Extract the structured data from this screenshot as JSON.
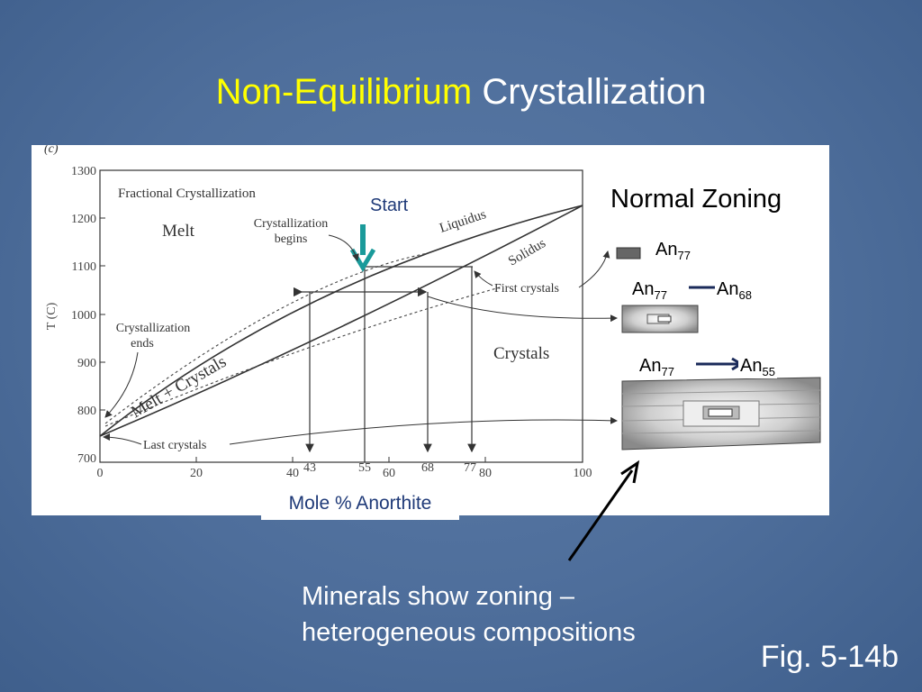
{
  "slide": {
    "title_part1": "Non-Equilibrium",
    "title_part2": "Crystallization",
    "figure_ref": "Fig. 5-14b",
    "caption_line1": "Minerals show zoning –",
    "caption_line2": "heterogeneous compositions"
  },
  "diagram": {
    "panel_tag": "(c)",
    "heading": "Fractional Crystallization",
    "y_axis_label": "T (C)",
    "x_axis_label": "Mole % Anorthite",
    "y_ticks": [
      "1300",
      "1200",
      "1100",
      "1000",
      "900",
      "800",
      "700"
    ],
    "x_ticks": [
      "0",
      "20",
      "40",
      "60",
      "80",
      "100"
    ],
    "marked_values": [
      "43",
      "55",
      "68",
      "77"
    ],
    "regions": {
      "melt": "Melt",
      "crystals": "Crystals",
      "melt_plus_crystals": "Melt + Crystals"
    },
    "curve_labels": {
      "liquidus": "Liquidus",
      "solidus": "Solidus"
    },
    "annotations": {
      "start": "Start",
      "cryst_begins_1": "Crystallization",
      "cryst_begins_2": "begins",
      "cryst_ends_1": "Crystallization",
      "cryst_ends_2": "ends",
      "first_crystals": "First crystals",
      "last_crystals": "Last crystals"
    },
    "zoning": {
      "heading": "Normal Zoning",
      "an_prefix": "An",
      "stage1": "77",
      "stage2_from": "77",
      "stage2_to": "68",
      "stage3_from": "77",
      "stage3_to": "55"
    },
    "colors": {
      "title_yellow": "#ffff00",
      "start_arrow": "#1a9a9a",
      "axis_label_blue": "#1f3a78",
      "zone_arrow": "#1a2a5a"
    }
  }
}
